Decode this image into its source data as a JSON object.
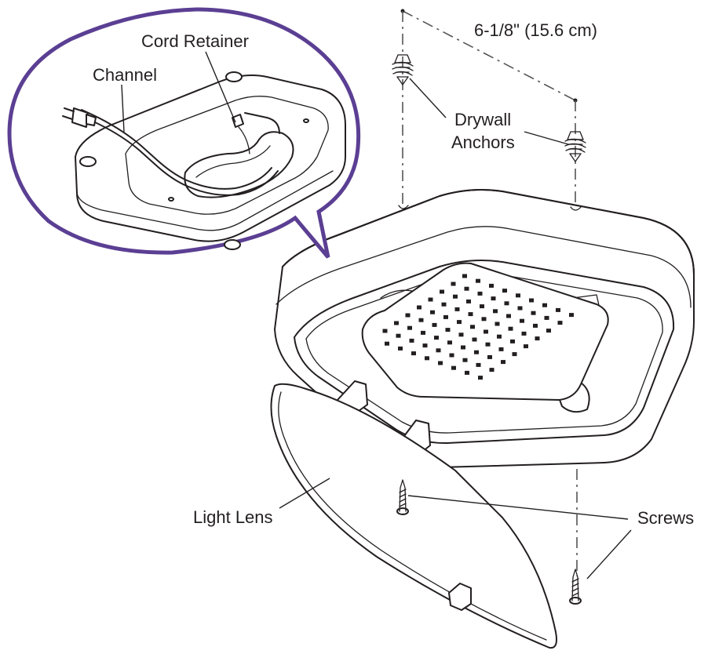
{
  "labels": {
    "cord_retainer": "Cord Retainer",
    "channel": "Channel",
    "dimension": "6-1/8\" (15.6 cm)",
    "drywall_line1": "Drywall",
    "drywall_line2": "Anchors",
    "light_lens": "Light Lens",
    "screws": "Screws"
  },
  "colors": {
    "callout_border": "#5b3f93",
    "ink": "#231f20"
  },
  "icons": {
    "plug": "plug-icon",
    "anchor": "drywall-anchor-icon",
    "screw": "screw-icon"
  }
}
